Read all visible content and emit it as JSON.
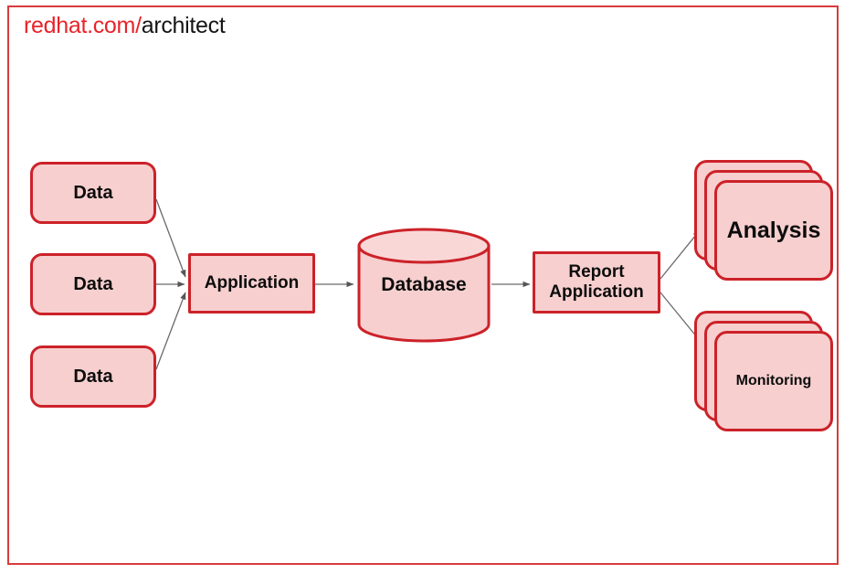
{
  "brand": {
    "domain": "redhat.com",
    "separator": "/",
    "section": "architect"
  },
  "colors": {
    "frame_border": "#d93b3b",
    "node_fill": "#f7cfcf",
    "node_border": "#cc2229",
    "brand_red": "#e8242a",
    "text": "#0c0c0c",
    "edge": "#6a6a6a"
  },
  "diagram": {
    "sources": [
      {
        "label": "Data"
      },
      {
        "label": "Data"
      },
      {
        "label": "Data"
      }
    ],
    "application": {
      "label": "Application"
    },
    "database": {
      "label": "Database"
    },
    "report_application": {
      "label": "Report\nApplication",
      "line1": "Report",
      "line2": "Application"
    },
    "outputs": [
      {
        "label": "Analysis",
        "layers": 3
      },
      {
        "label": "Monitoring",
        "layers": 3
      }
    ]
  }
}
